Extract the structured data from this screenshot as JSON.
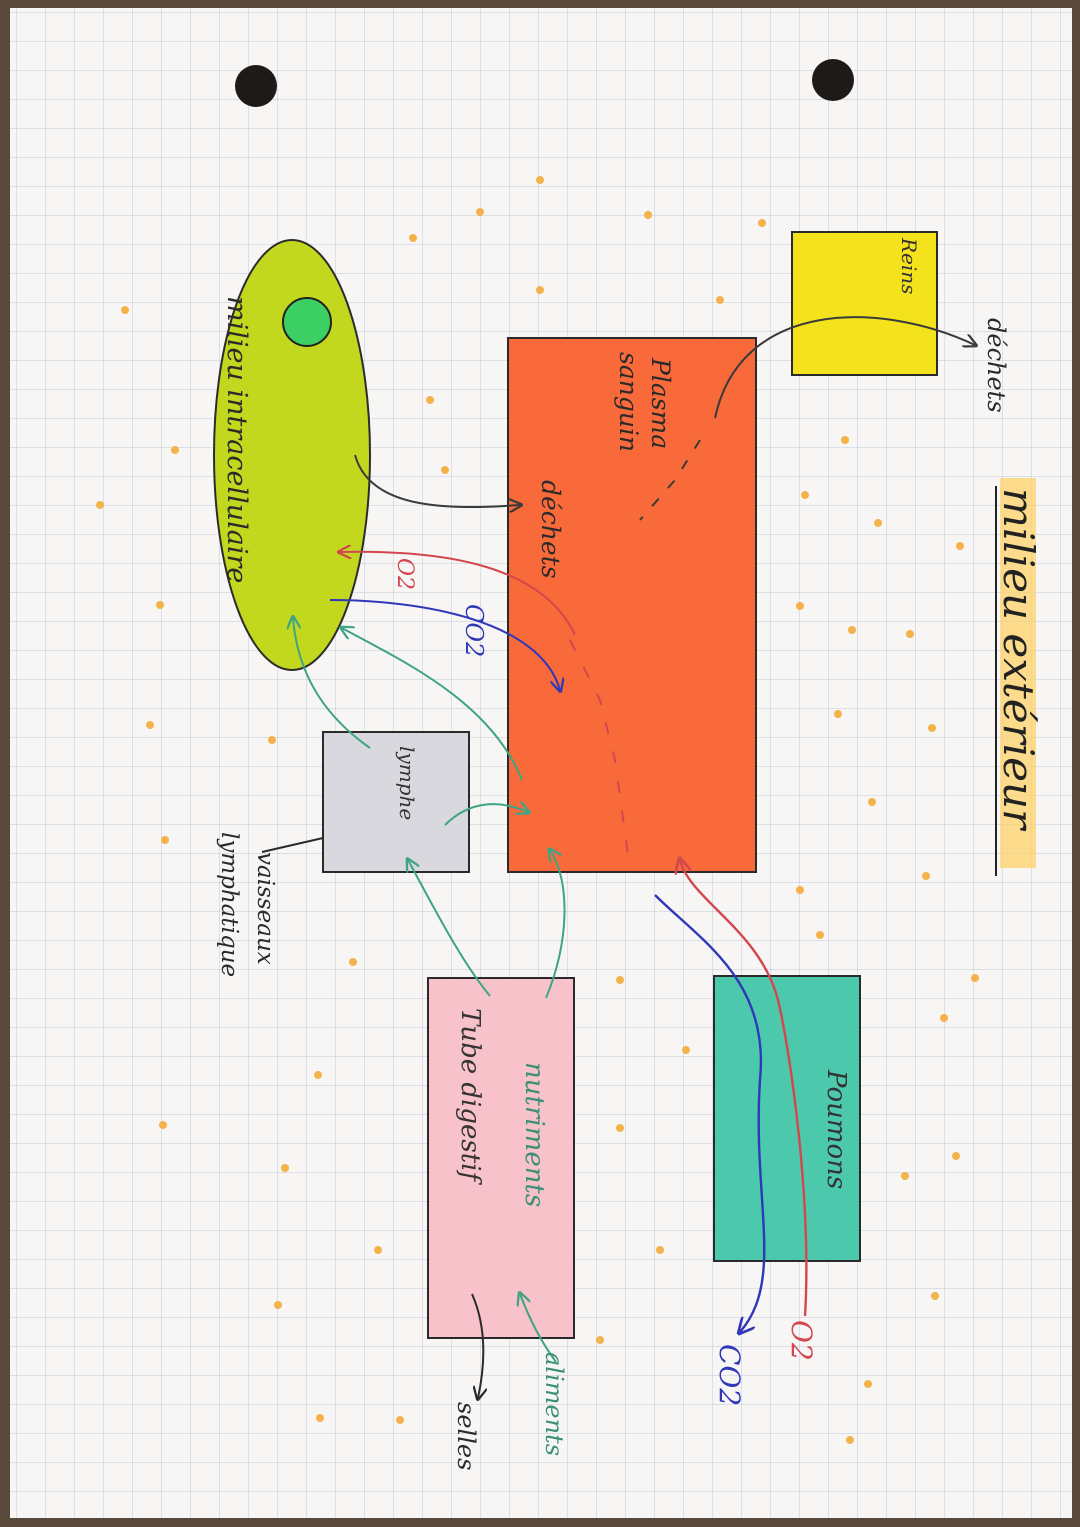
{
  "title": "milieu extérieur",
  "cell": {
    "label": "milieu intracellulaire"
  },
  "boxes": {
    "reins": "Reins",
    "plasma": "Plasma sanguin",
    "lymphe": "lymphe",
    "tube": "Tube digestif",
    "poumons": "Poumons"
  },
  "labels": {
    "dechets_out": "déchets",
    "dechets_in": "déchets",
    "o2_cell": "O2",
    "co2_cell": "CO2",
    "vaisseau": "vaisseaux lymphatique",
    "nutriments": "nutriments",
    "aliments": "aliments",
    "selles": "selles",
    "co2_out": "CO2",
    "o2_in": "O2"
  },
  "colors": {
    "cell_fill": "#c2d81e",
    "nucleus": "#3ccf63",
    "reins": "#f4e21c",
    "plasma": "#f86a3a",
    "lymphe": "#d8d8de",
    "tube": "#f7c2c9",
    "poumons": "#4cc9ad",
    "o2": "#d2474e",
    "co2": "#3038b8",
    "nutri": "#3ea483",
    "waste": "#3a3a3a",
    "highlight": "#fdd36a"
  }
}
